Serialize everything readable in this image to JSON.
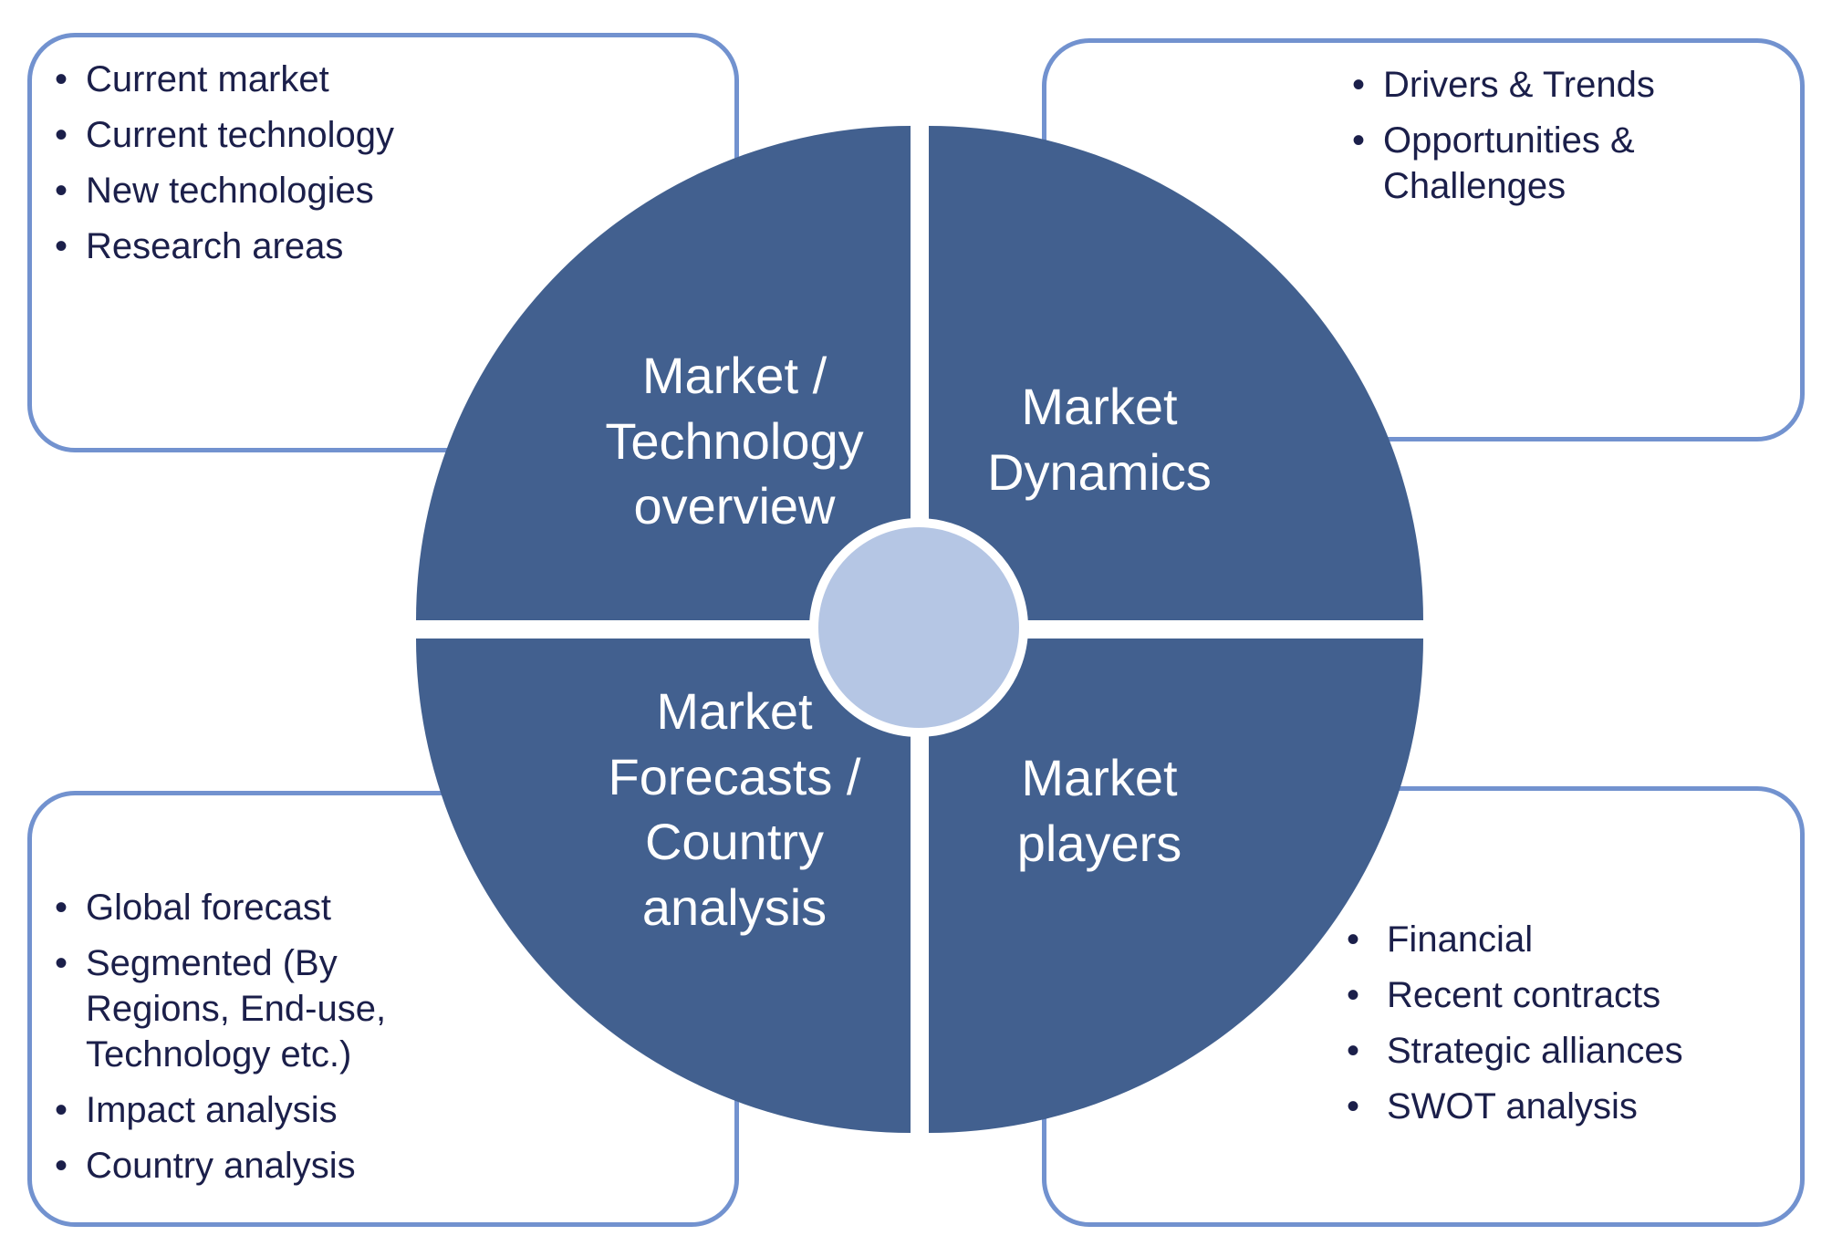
{
  "colors": {
    "quadrant_fill": "#42608f",
    "box_border": "#7292cf",
    "center_fill": "#b5c6e4",
    "text_dark": "#1b1f4a",
    "text_light": "#ffffff"
  },
  "quadrants": {
    "top_left": "Market / Technology overview",
    "top_right": "Market Dynamics",
    "bottom_left": "Market Forecasts / Country analysis",
    "bottom_right": "Market players"
  },
  "boxes": {
    "top_left": [
      "Current market",
      "Current technology",
      "New technologies",
      "Research areas"
    ],
    "top_right": [
      "Drivers & Trends",
      "Opportunities & Challenges"
    ],
    "bottom_left": [
      "Global forecast",
      "Segmented (By Regions, End-use, Technology etc.)",
      "Impact analysis",
      "Country analysis"
    ],
    "bottom_right": [
      "Financial",
      "Recent contracts",
      "Strategic alliances",
      "SWOT analysis"
    ]
  }
}
